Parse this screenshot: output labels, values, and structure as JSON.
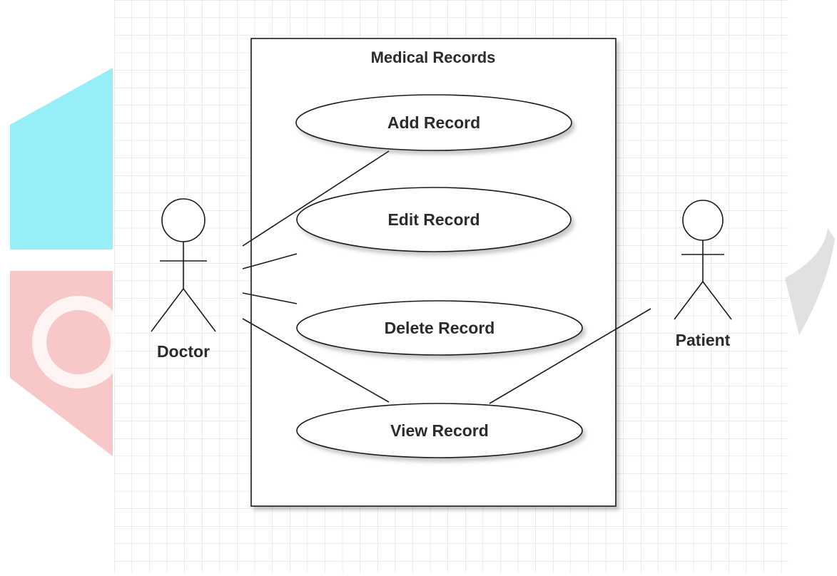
{
  "diagram": {
    "system": {
      "title": "Medical Records"
    },
    "use_cases": [
      {
        "id": "add",
        "label": "Add Record"
      },
      {
        "id": "edit",
        "label": "Edit Record"
      },
      {
        "id": "delete",
        "label": "Delete Record"
      },
      {
        "id": "view",
        "label": "View Record"
      }
    ],
    "actors": [
      {
        "id": "doctor",
        "label": "Doctor"
      },
      {
        "id": "patient",
        "label": "Patient"
      }
    ],
    "associations": [
      {
        "from": "doctor",
        "to": "add"
      },
      {
        "from": "doctor",
        "to": "edit"
      },
      {
        "from": "doctor",
        "to": "delete"
      },
      {
        "from": "doctor",
        "to": "view"
      },
      {
        "from": "patient",
        "to": "view"
      }
    ]
  },
  "colors": {
    "grid": "#d7d7d7",
    "stroke": "#1a1a1a",
    "watermark_cyan": "#40e0f5",
    "watermark_red": "#f39a9a",
    "watermark_gray": "#c8c8c8"
  }
}
